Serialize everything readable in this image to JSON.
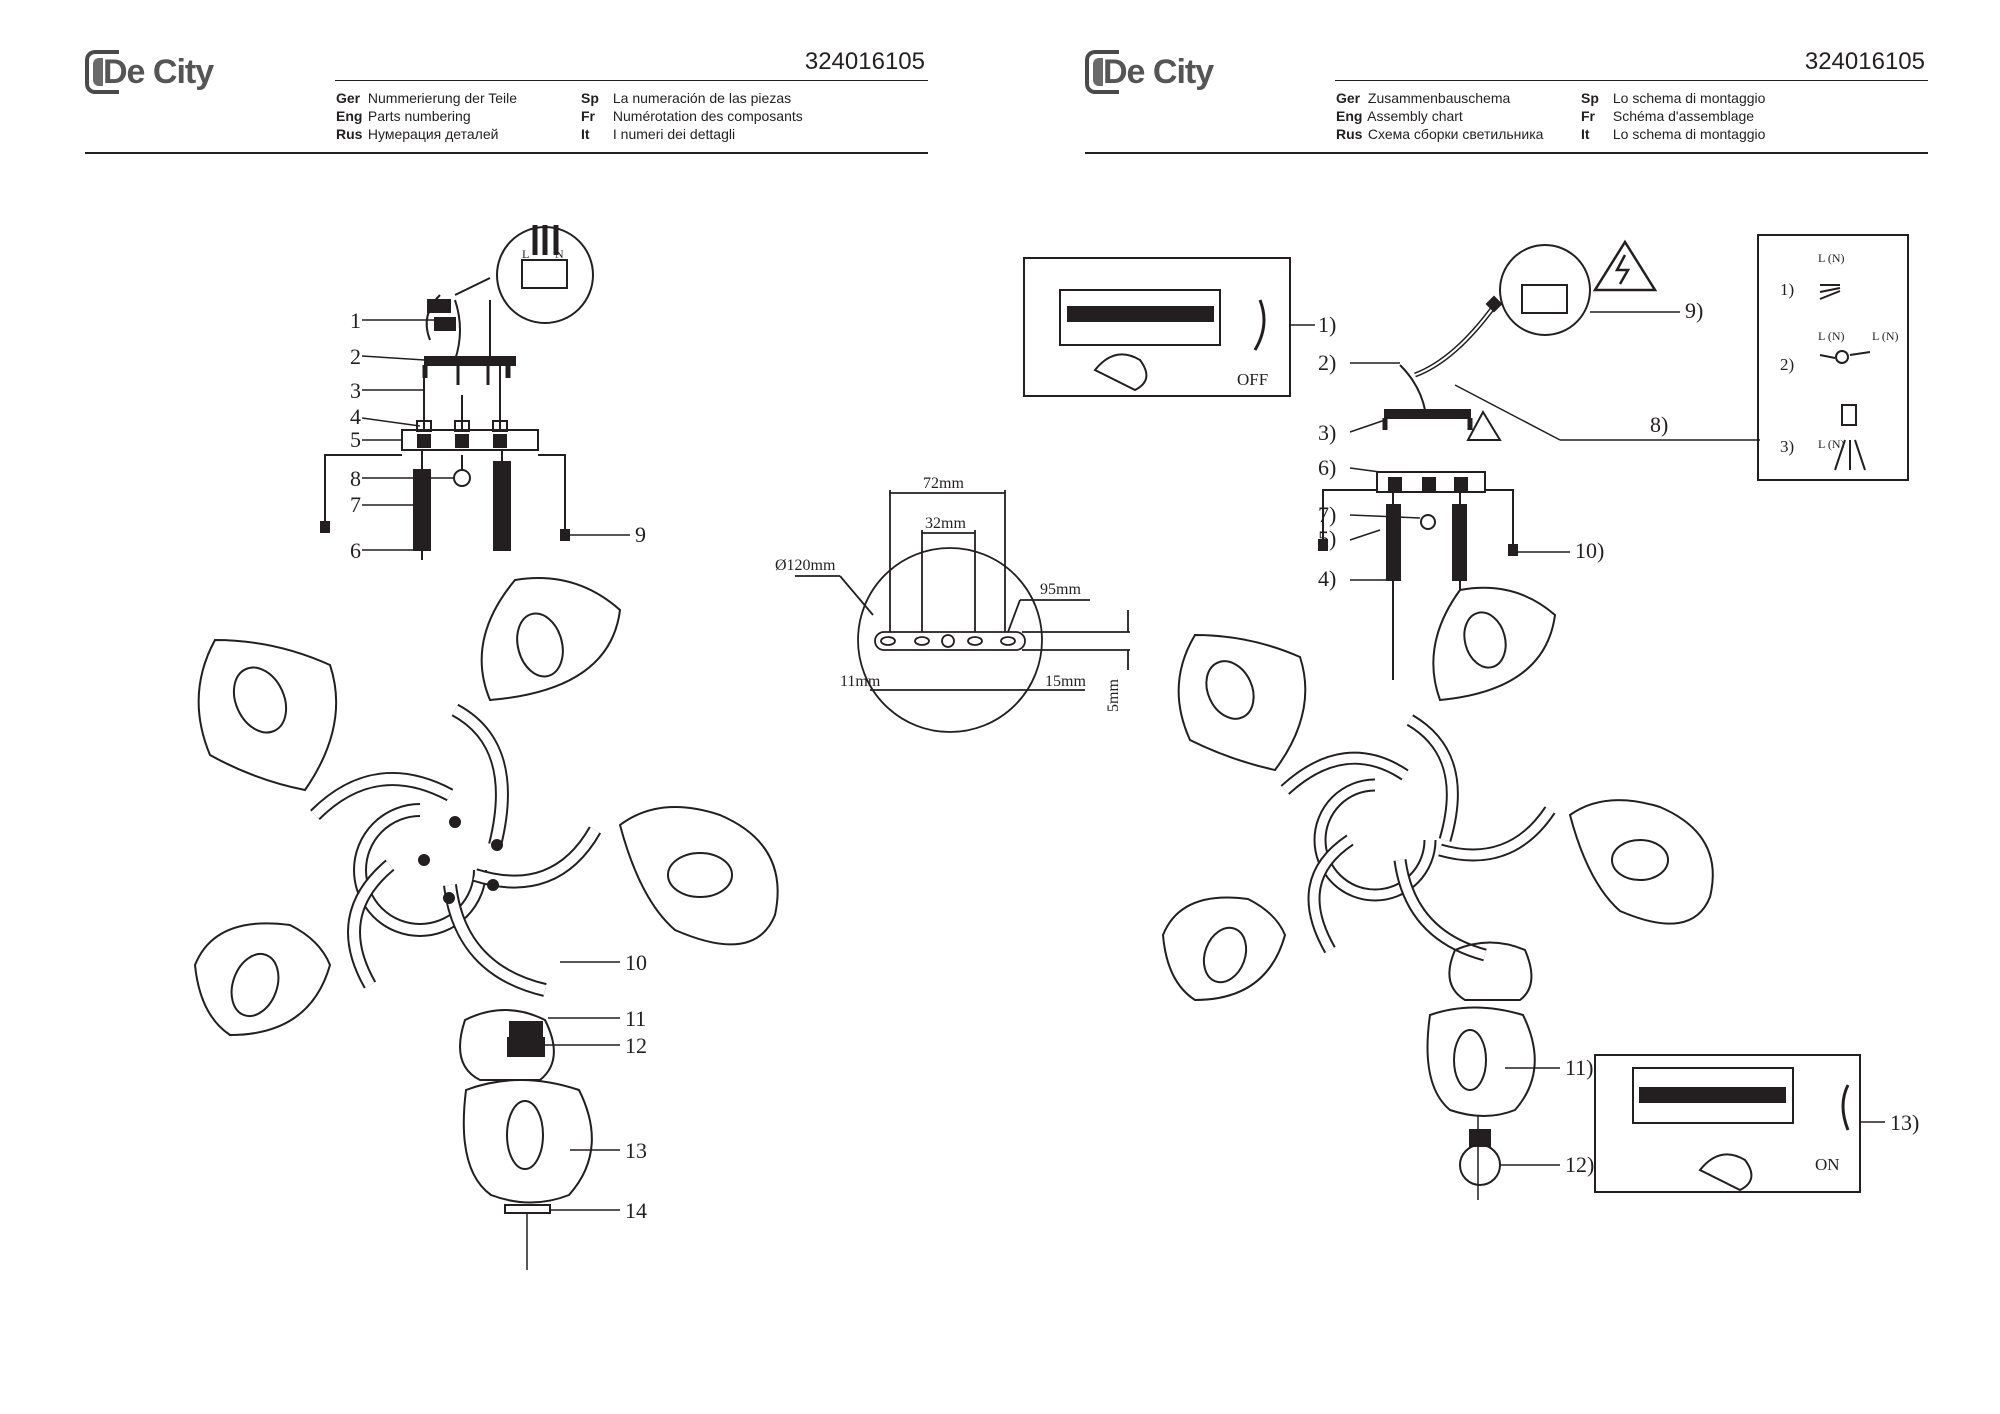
{
  "brand": "De City",
  "product_code": "324016105",
  "left_page": {
    "headings": [
      {
        "lang": "Ger",
        "text": "Nummerierung der Teile"
      },
      {
        "lang": "Eng",
        "text": "Parts numbering"
      },
      {
        "lang": "Rus",
        "text": "Нумерация деталей"
      }
    ],
    "headings2": [
      {
        "lang": "Sp",
        "text": "La numeración de las piezas"
      },
      {
        "lang": "Fr",
        "text": "Numérotation des composants"
      },
      {
        "lang": "It",
        "text": "I numeri dei dettagli"
      }
    ],
    "part_labels": [
      "1",
      "2",
      "3",
      "4",
      "5",
      "8",
      "7",
      "6",
      "9",
      "10",
      "11",
      "12",
      "13",
      "14"
    ],
    "terminal_letters": {
      "l": "L",
      "n": "N"
    }
  },
  "right_page": {
    "headings": [
      {
        "lang": "Ger",
        "text": "Zusammenbauschema"
      },
      {
        "lang": "Eng",
        "text": "Assembly chart"
      },
      {
        "lang": "Rus",
        "text": "Схема сборки светильника"
      }
    ],
    "headings2": [
      {
        "lang": "Sp",
        "text": "Lo schema di montaggio"
      },
      {
        "lang": "Fr",
        "text": "Schéma d'assemblage"
      },
      {
        "lang": "It",
        "text": "Lo schema di montaggio"
      }
    ],
    "step_labels": [
      "1)",
      "2)",
      "3)",
      "6)",
      "7)",
      "5)",
      "4)",
      "9)",
      "8)",
      "10)",
      "11)",
      "12)",
      "13)"
    ],
    "switch_off": "OFF",
    "switch_on": "ON",
    "wiring_steps": [
      {
        "num": "1)",
        "label": "L (N)"
      },
      {
        "num": "2)",
        "label": "L (N)",
        "label2": "L (N)"
      },
      {
        "num": "3)",
        "label": "L (N)"
      }
    ]
  },
  "mount_plate": {
    "dim_72": "72mm",
    "dim_32": "32mm",
    "dim_diameter": "Ø120mm",
    "dim_95": "95mm",
    "dim_11": "11mm",
    "dim_15": "15mm",
    "dim_5": "5mm"
  }
}
